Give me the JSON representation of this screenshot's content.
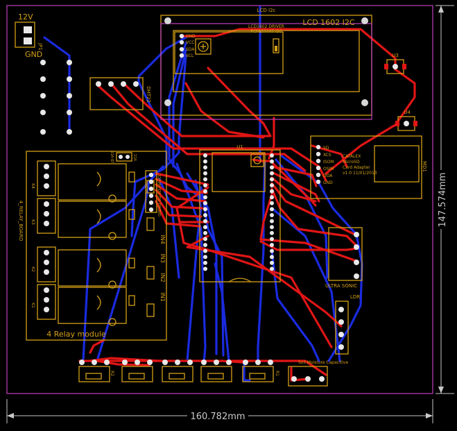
{
  "board": {
    "width_label": "160.782mm",
    "height_label": "147.574mm"
  },
  "colors": {
    "background": "#000000",
    "outline": "#c040c0",
    "silkscreen": "#d4a017",
    "top_copper": "#e01515",
    "bottom_copper": "#1a2be0",
    "pad": "#e8e8e8"
  },
  "components": {
    "power": {
      "voltage": "12V",
      "ground": "GND",
      "ref": "JP1"
    },
    "lcd": {
      "ref": "LCD I2c",
      "title": "LCD 1602 I2C",
      "driver_line1": "LCD1602 DRIVER",
      "driver_line2": "PCF8574AT I2C",
      "pins": [
        "GND",
        "VCC",
        "SDA",
        "SCL"
      ]
    },
    "dht": {
      "ref": "DHT22"
    },
    "mcu": {
      "ref": "U1"
    },
    "u3": {
      "ref": "U3"
    },
    "u4": {
      "ref": "U4"
    },
    "sd": {
      "ref": "MD1",
      "pins": [
        "SD",
        "XCS",
        "ISOM",
        "OSIM",
        "DOA",
        "GND"
      ],
      "line1": "CATALEX",
      "line2": "MicroSD",
      "line3": "Card Adapter",
      "line4": "v1.0 11/01/2013"
    },
    "relay": {
      "ref": "4_RELAY_BOARD",
      "title": "4 Relay module",
      "channels": [
        "K4",
        "K3",
        "K2",
        "K1"
      ],
      "inputs": [
        "IN4",
        "IN3",
        "IN2",
        "IN1"
      ],
      "header_pins": [
        "VCC",
        "IN4",
        "IN3",
        "IN2",
        "IN1",
        "GND"
      ],
      "jumper_label_a": "JD-VCC",
      "jumper_label_b": "VCC"
    },
    "ultrasonic": {
      "title": "ULTRA SONIC"
    },
    "ldr": {
      "title": "LDR"
    },
    "soil": {
      "title": "Soil Moisture Capacitive"
    },
    "resistors": [
      "R2",
      "R1"
    ]
  }
}
